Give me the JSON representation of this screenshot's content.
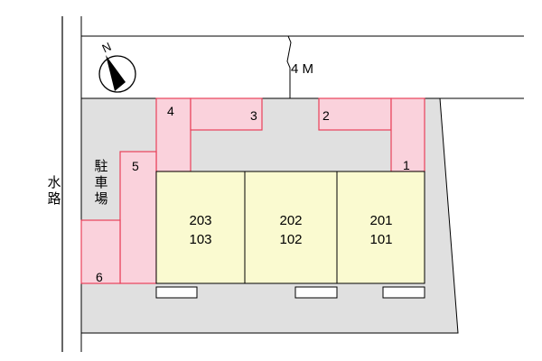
{
  "colors": {
    "site": "#e0e0e0",
    "building": "#fafad0",
    "parking": "#fad2dc",
    "parking_border": "#e8415a",
    "line": "#000000"
  },
  "compass": {
    "label": "N",
    "icon": "north-arrow-icon"
  },
  "road": {
    "width_label": "4 M"
  },
  "waterway": {
    "label": "水路"
  },
  "parking_area": {
    "label": "駐車場"
  },
  "parking_spaces": [
    "1",
    "2",
    "3",
    "4",
    "5",
    "6"
  ],
  "units": [
    {
      "upper": "203",
      "lower": "103"
    },
    {
      "upper": "202",
      "lower": "102"
    },
    {
      "upper": "201",
      "lower": "101"
    }
  ]
}
